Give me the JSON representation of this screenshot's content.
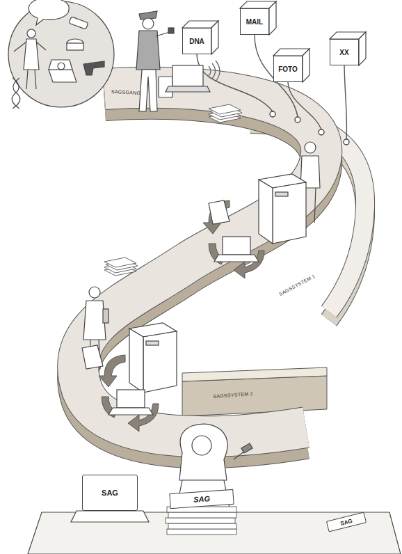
{
  "diagram": {
    "nodes": [
      {
        "text": [
          "DNA"
        ]
      },
      {
        "text": [
          "MAIL"
        ]
      },
      {
        "text": [
          "FOTO"
        ]
      },
      {
        "text": [
          "XX"
        ]
      },
      {
        "text": [
          "SAG"
        ]
      },
      {
        "text": [
          "SAG"
        ]
      },
      {
        "text": [
          "SAG"
        ]
      }
    ],
    "labels": [
      "SAGSGANG",
      "SAGSSYSTEM 1",
      "SAGSSYSTEM 2"
    ]
  }
}
